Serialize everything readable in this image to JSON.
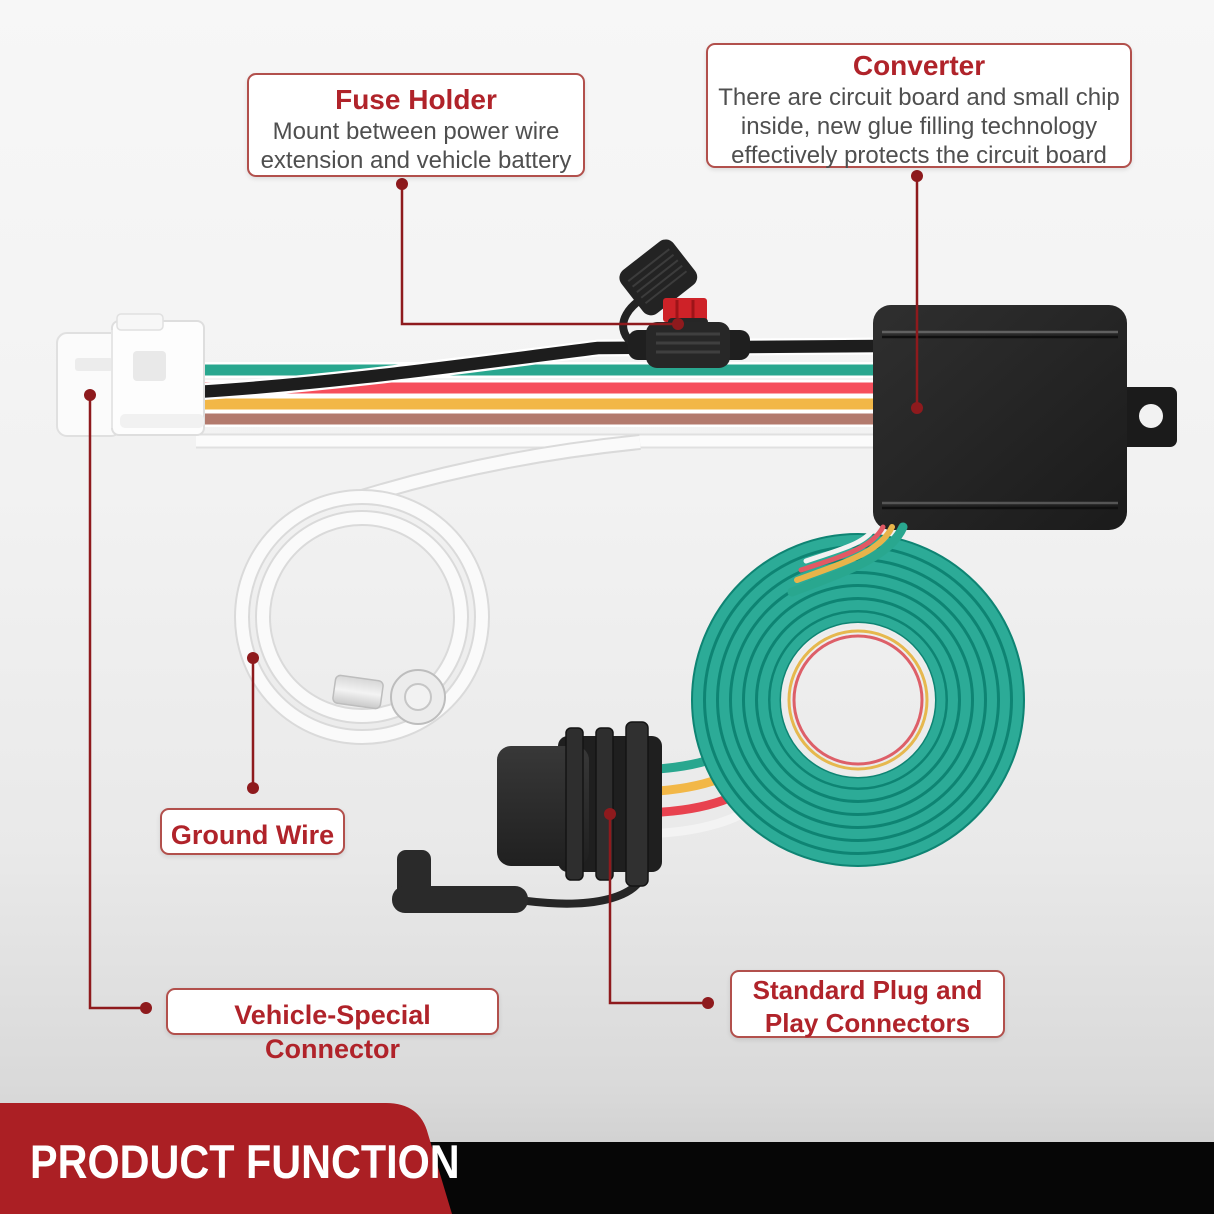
{
  "banner": {
    "text": "PRODUCT FUNCTION"
  },
  "callouts": {
    "fuse_holder": {
      "title": "Fuse Holder",
      "line1": "Mount between power wire",
      "line2": "extension and vehicle battery"
    },
    "converter": {
      "title": "Converter",
      "line1": "There are circuit board and small chip",
      "line2": "inside, new glue filling technology",
      "line3": "effectively protects the circuit board"
    },
    "ground_wire": {
      "title": "Ground Wire"
    },
    "vehicle_connector": {
      "title": "Vehicle-Special Connector"
    },
    "plug_connectors": {
      "line1": "Standard Plug and",
      "line2": "Play Connectors"
    }
  },
  "colors": {
    "banner_red": "#ab1f24",
    "bottom_strip_black": "#060606",
    "callout_border": "#b2504c",
    "callout_title_red": "#b0232a",
    "callout_body_gray": "#4f4f4f",
    "leader_line_red": "#8e1a1d",
    "wire_green": "#29a78f",
    "wire_red": "#f64f5d",
    "wire_yellow": "#f2b747",
    "wire_brown": "#b37a6d",
    "wire_white": "#fbfbfb",
    "wire_black": "#1d1d1d",
    "fuse_red": "#ce2228",
    "connector_white": "#fdfdfd",
    "housing_black": "#242424"
  }
}
